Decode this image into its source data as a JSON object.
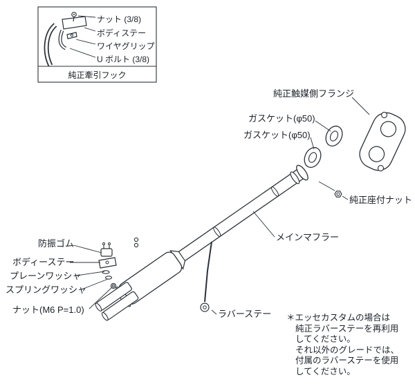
{
  "inset": {
    "items": [
      {
        "label": "ナット (3/8)"
      },
      {
        "label": "ボディステー"
      },
      {
        "label": "ワイヤグリップ"
      },
      {
        "label": "U ボルト (3/8)"
      }
    ],
    "caption": "純正牽引フック"
  },
  "callouts": {
    "flange": "純正触媒側フランジ",
    "gasket1": "ガスケット(φ50)",
    "gasket2": "ガスケット(φ50)",
    "seat_nut": "純正座付ナット",
    "main_muffler": "メインマフラー",
    "rubber_mount": "防振ゴム",
    "body_stay": "ボディーステー",
    "plain_washer": "プレーンワッシャ",
    "spring_washer": "スプリングワッシャ",
    "nut_m6": "ナット(M6 P=1.0)",
    "rubber_stay": "ラバーステー"
  },
  "note": {
    "lines": [
      "＊エッセカスタムの場合は",
      "純正ラバーステーを再利用",
      "してください。",
      "それ以外のグレードでは、",
      "付属のラバーステーを使用",
      "してください。"
    ]
  },
  "colors": {
    "line": "#2a3138",
    "text": "#1a2128",
    "background": "#ffffff"
  }
}
